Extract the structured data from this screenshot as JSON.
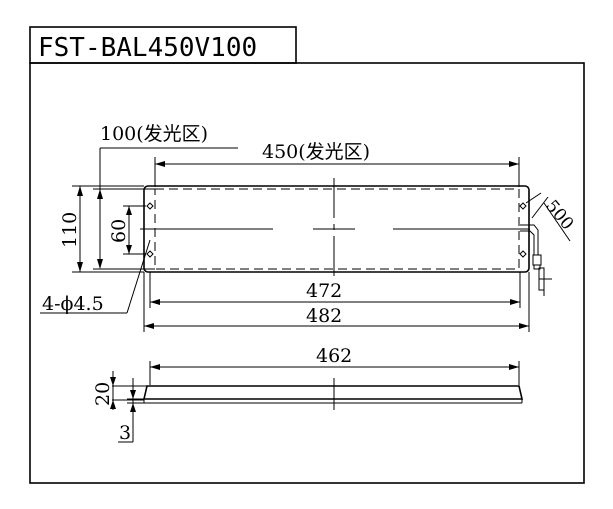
{
  "title": "FST-BAL450V100",
  "top_view": {
    "dims": {
      "emitting_height": "100(发光区)",
      "emitting_width": "450(发光区)",
      "height_total": "110",
      "hole_spacing": "60",
      "hole_spec": "4-ϕ4.5",
      "hole_pitch": "472",
      "length_total": "482",
      "cable_length": "500"
    }
  },
  "side_view": {
    "dims": {
      "length": "462",
      "thickness": "20",
      "flange": "3"
    }
  }
}
